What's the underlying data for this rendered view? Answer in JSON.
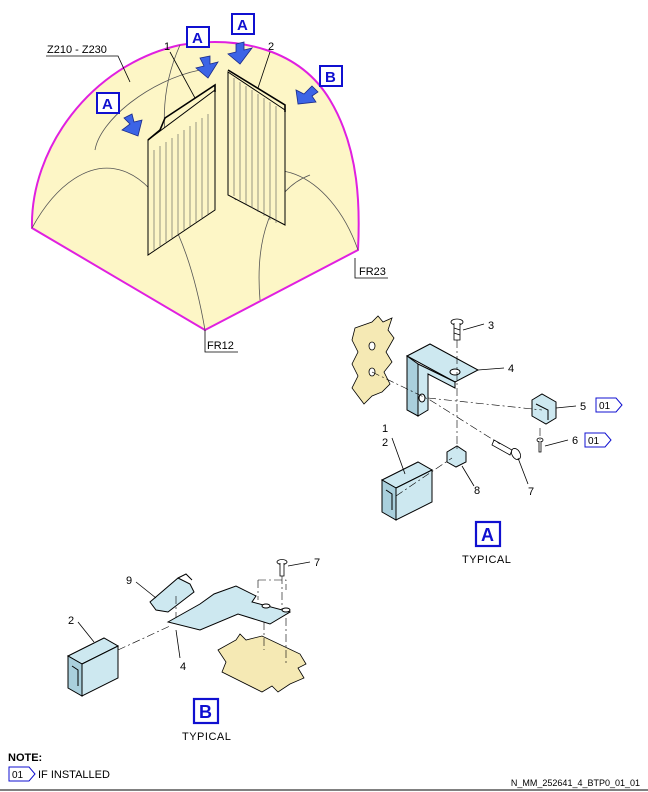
{
  "zone_label": "Z210 - Z230",
  "frame_labels": {
    "fr12": "FR12",
    "fr23": "FR23"
  },
  "view_flags": {
    "a": "A",
    "b": "B"
  },
  "item_numbers": {
    "i1": "1",
    "i2": "2",
    "i3": "3",
    "i4": "4",
    "i5": "5",
    "i6": "6",
    "i7": "7",
    "i8": "8",
    "i9": "9"
  },
  "effectivity_tag": "01",
  "typical": "TYPICAL",
  "note": {
    "title": "NOTE:",
    "tag": "01",
    "text": "IF INSTALLED"
  },
  "drawing_ref": "N_MM_252641_4_BTP0_01_01",
  "colors": {
    "area_fill": "#fdf6c6",
    "area_outline": "#e020e0",
    "part_fill": "#cde8f0",
    "arrow_fill": "#3c64e6",
    "flag_border": "#1010d0",
    "bracket_fill": "#f5e9b4"
  }
}
